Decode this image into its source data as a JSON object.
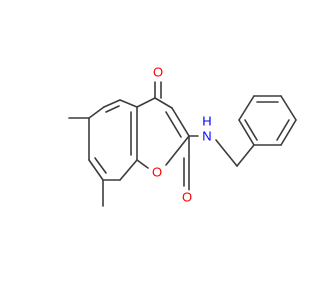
{
  "colors": {
    "background": "#ffffff",
    "bond": "#3c3c3c",
    "oxygen": "#ff0000",
    "nitrogen": "#0000ff"
  },
  "atoms": {
    "ketone_oxygen": "O",
    "ring_oxygen": "O",
    "amide_oxygen": "O",
    "amide_nitrogen": "N",
    "amide_hydrogen": "H"
  }
}
